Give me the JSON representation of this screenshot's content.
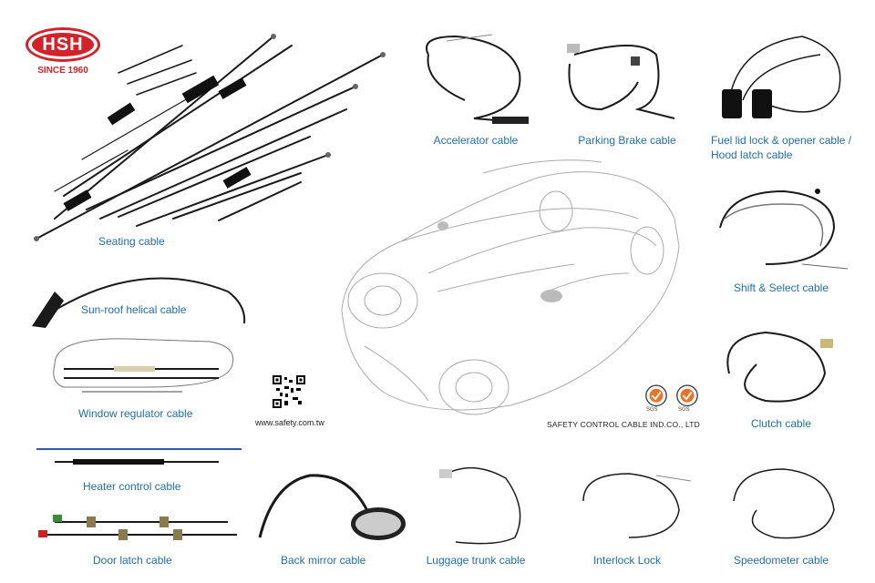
{
  "brand": {
    "logo_text": "HSH",
    "since": "SINCE 1960",
    "colors": {
      "brand_red": "#d3222a",
      "label_blue": "#1f6fa8",
      "cable_black": "#1a1a1a"
    }
  },
  "contact": {
    "url": "www.safety.com.tw",
    "company": "SAFETY CONTROL CABLE IND.CO., LTD",
    "cert_label": "SGS"
  },
  "products": {
    "seating": "Seating cable",
    "sunroof": "Sun-roof helical cable",
    "window": "Window regulator cable",
    "heater": "Heater control cable",
    "door": "Door latch cable",
    "mirror": "Back mirror cable",
    "accelerator": "Accelerator cable",
    "parking": "Parking Brake cable",
    "fuel_line1": "Fuel lid lock & opener cable /",
    "fuel_line2": "Hood latch cable",
    "shift": "Shift & Select cable",
    "clutch": "Clutch cable",
    "luggage": "Luggage trunk cable",
    "interlock": "Interlock Lock",
    "speedometer": "Speedometer cable"
  }
}
